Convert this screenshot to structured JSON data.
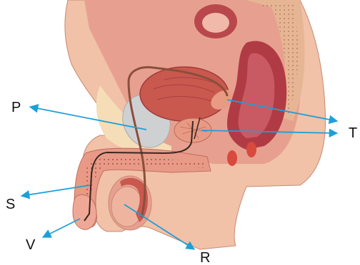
{
  "labels": {
    "P": "P",
    "T1": "T",
    "T2": "T",
    "S": "S",
    "V": "V",
    "R": "R"
  },
  "colors": {
    "arrow": "#1e9fd8",
    "skin": "#f1c1a8",
    "tissue": "#d98b78",
    "organ_dark": "#b8484b",
    "bladder": "#c9584f",
    "rectum": "#b13b45",
    "cream": "#f5ddb8",
    "duct": "#8a4f3a"
  }
}
